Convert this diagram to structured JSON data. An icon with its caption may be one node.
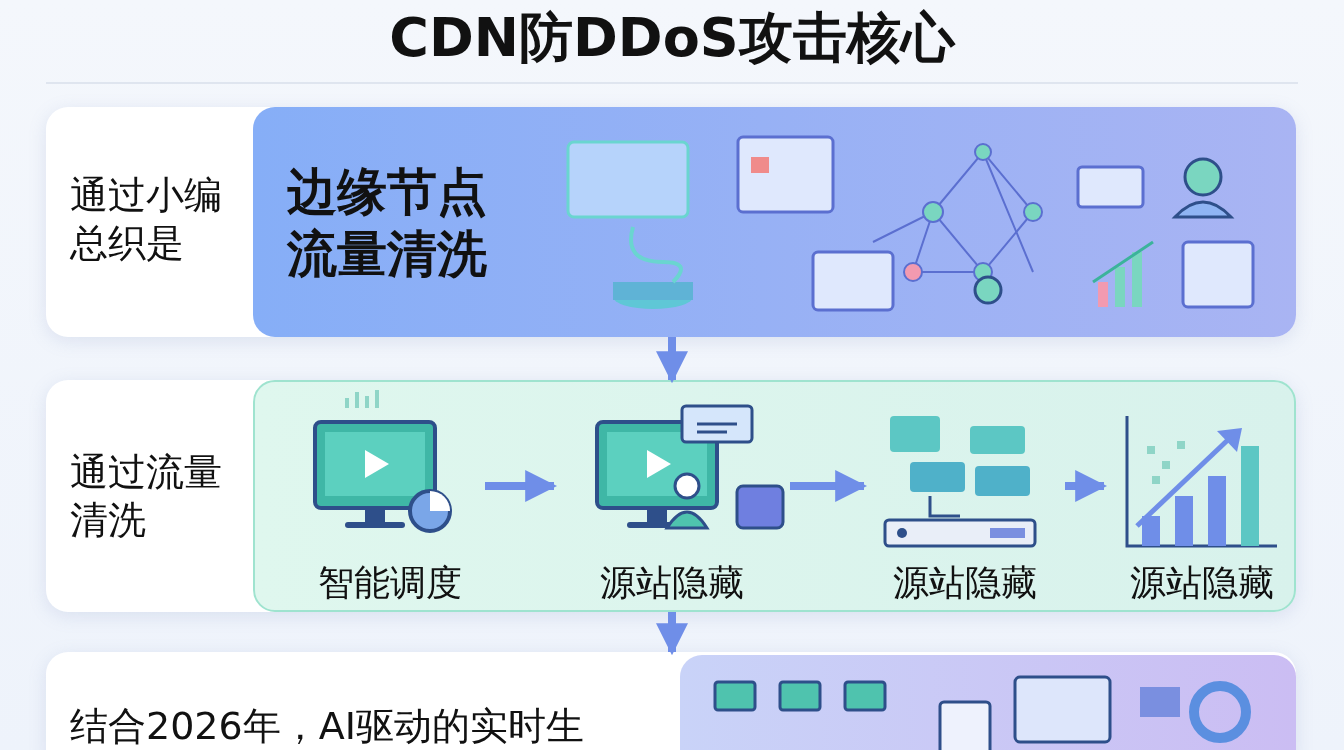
{
  "diagram": {
    "title": "CDN防DDoS攻击核心",
    "nodes": [
      {
        "text": [
          "通过小编总织是"
        ]
      },
      {
        "text": [
          "边缘节点流量清洗"
        ],
        "in": 0
      },
      {
        "text": [
          "通过流量清洗"
        ]
      },
      {
        "text": [],
        "shape": "box",
        "in": 2
      },
      {
        "text": [
          "智能调度"
        ],
        "in": 3
      },
      {
        "text": [
          "源站隐藏"
        ],
        "in": 3
      },
      {
        "text": [
          "源站隐藏"
        ],
        "in": 3
      },
      {
        "text": [
          "源站隐藏"
        ],
        "in": 3
      },
      {
        "text": [
          "结合2026年，AI驱动的实时生"
        ]
      },
      {
        "text": [],
        "shape": "box",
        "in": 8
      }
    ],
    "edges": [
      {
        "from": 1,
        "to": 3,
        "arrow": "to"
      },
      {
        "from": 4,
        "to": 5,
        "arrow": "to"
      },
      {
        "from": 5,
        "to": 6,
        "arrow": "to"
      },
      {
        "from": 6,
        "to": 7,
        "arrow": "to"
      },
      {
        "from": 3,
        "to": 8,
        "arrow": "to"
      }
    ]
  }
}
